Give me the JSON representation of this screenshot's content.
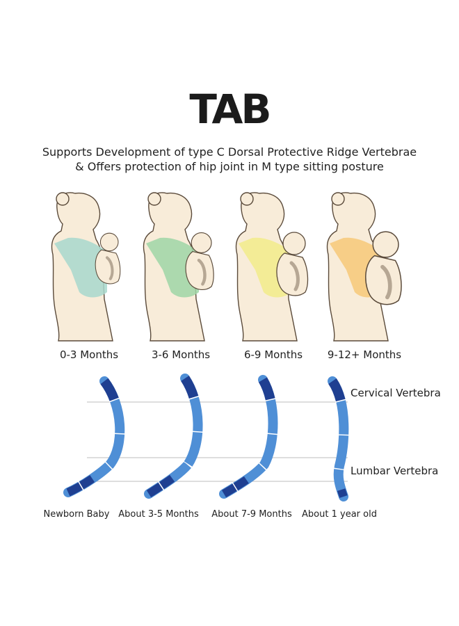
{
  "header": {
    "logo": "TAB",
    "subtitle_line1": "Supports Development of type C Dorsal Protective Ridge Vertebrae",
    "subtitle_line2": "& Offers protection of hip joint in M type sitting posture"
  },
  "carry_stages": [
    {
      "label": "0-3 Months",
      "carrier_color": "#a8d8cc"
    },
    {
      "label": "3-6 Months",
      "carrier_color": "#9fd6a6"
    },
    {
      "label": "6-9 Months",
      "carrier_color": "#f2ec8a"
    },
    {
      "label": "9-12+ Months",
      "carrier_color": "#f7c978"
    }
  ],
  "spine": {
    "cervical_label": "Cervical Vertebra",
    "lumbar_label": "Lumbar Vertebra",
    "stages": [
      {
        "label": "Newborn Baby"
      },
      {
        "label": "About 3-5 Months"
      },
      {
        "label": "About 7-9 Months"
      },
      {
        "label": "About 1 year old"
      }
    ],
    "colors": {
      "dark": "#1f3f91",
      "light": "#4f8fd6",
      "line": "#bdbdbd"
    }
  },
  "colors": {
    "skin": "#f8ecd9",
    "outline": "#5a4a3a"
  }
}
